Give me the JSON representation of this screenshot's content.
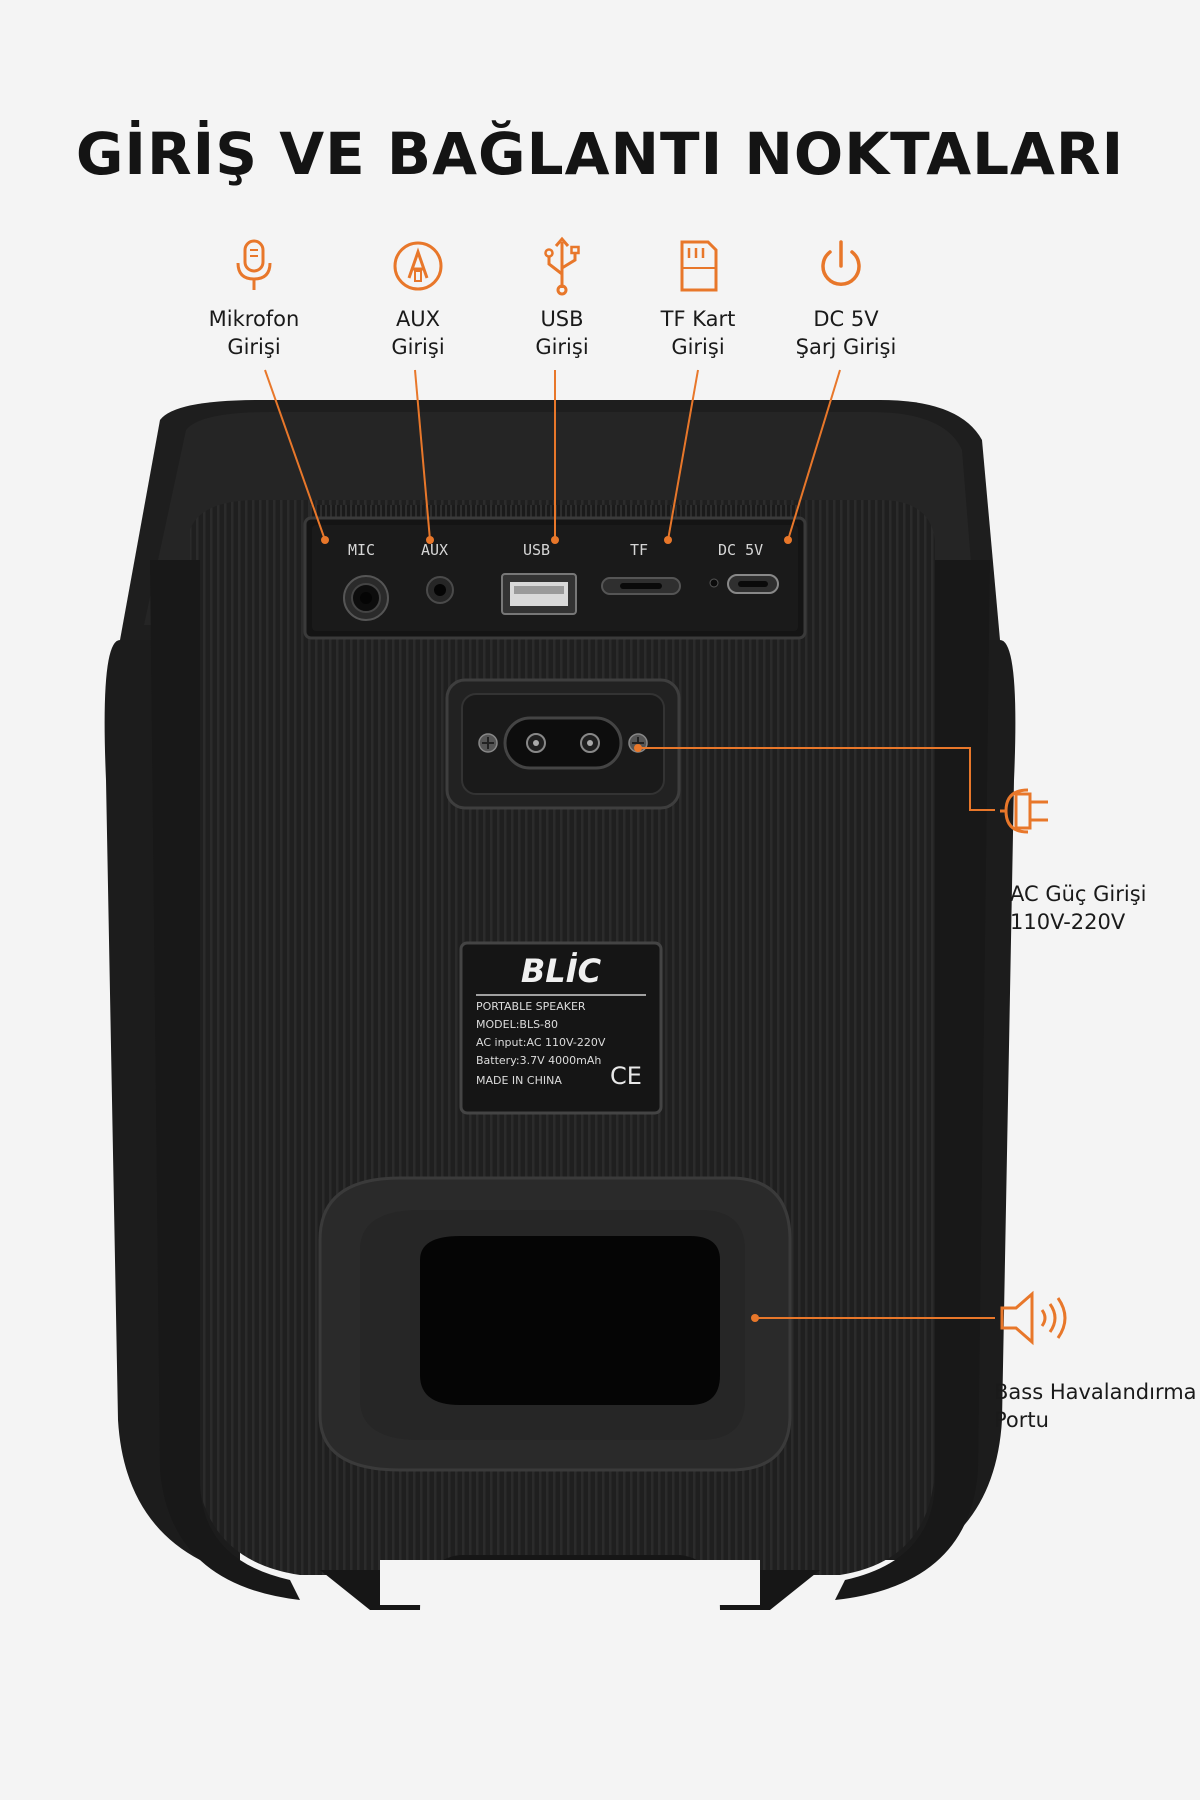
{
  "title": "GİRİŞ VE BAĞLANTI NOKTALARI",
  "accent_color": "#e8772a",
  "ports": [
    {
      "icon": "microphone-icon",
      "line1": "Mikrofon",
      "line2": "Girişi"
    },
    {
      "icon": "aux-icon",
      "line1": "AUX",
      "line2": "Girişi"
    },
    {
      "icon": "usb-icon",
      "line1": "USB",
      "line2": "Girişi"
    },
    {
      "icon": "sd-card-icon",
      "line1": "TF Kart",
      "line2": "Girişi"
    },
    {
      "icon": "power-icon",
      "line1": "DC 5V",
      "line2": "Şarj Girişi"
    }
  ],
  "panel_labels": {
    "mic": "MIC",
    "aux": "AUX",
    "usb": "USB",
    "tf": "TF",
    "dc": "DC 5V"
  },
  "ac_input": {
    "icon": "power-plug-icon",
    "line1": "AC Güç Girişi",
    "line2": "110V-220V"
  },
  "bass_port": {
    "icon": "speaker-sound-icon",
    "line1": "Bass Havalandırma",
    "line2": "Portu"
  },
  "nameplate": {
    "brand": "BLİC",
    "line1": "PORTABLE SPEAKER",
    "line2": "MODEL:BLS-80",
    "line3": "AC input:AC 110V-220V",
    "line4": "Battery:3.7V 4000mAh",
    "line5": "MADE IN CHINA",
    "mark": "CE"
  }
}
